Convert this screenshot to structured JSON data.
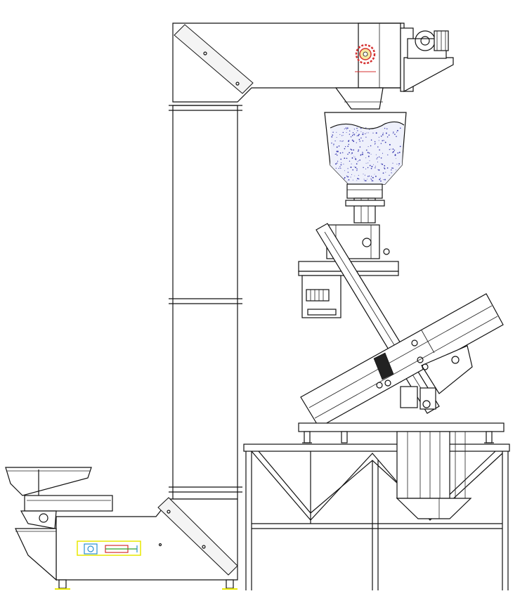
{
  "drawing": {
    "colors": {
      "line": "#111111",
      "background": "#ffffff",
      "grain_dots": "#3a3ab0",
      "sprocket": "#d43030",
      "highlight_yellow": "#e8e800",
      "highlight_blue": "#2a8fd0",
      "highlight_green": "#2aa02a"
    },
    "components": [
      {
        "name": "bucket-elevator-column",
        "icon": "vertical-conveyor"
      },
      {
        "name": "elevator-head",
        "icon": "chute-head"
      },
      {
        "name": "drive-motor",
        "icon": "motor"
      },
      {
        "name": "drive-sprocket",
        "icon": "sprocket"
      },
      {
        "name": "supply-hopper",
        "icon": "hopper"
      },
      {
        "name": "color-sorter",
        "icon": "sorter"
      },
      {
        "name": "support-platform",
        "icon": "truss-stand"
      },
      {
        "name": "discharge-chutes",
        "icon": "chute"
      },
      {
        "name": "feed-hopper",
        "icon": "feed-hopper"
      },
      {
        "name": "elevator-boot",
        "icon": "boot-section"
      },
      {
        "name": "tension-assembly",
        "icon": "tensioner"
      }
    ]
  }
}
